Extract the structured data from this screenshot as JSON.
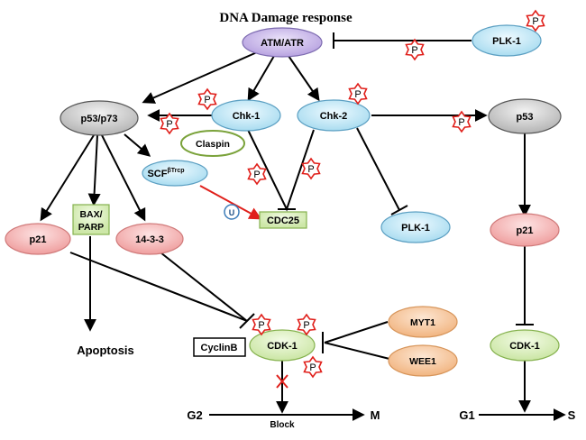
{
  "title": "DNA Damage response",
  "nodes": {
    "atm_atr": "ATM/ATR",
    "plk1_top": "PLK-1",
    "p53_p73": "p53/p73",
    "chk1": "Chk-1",
    "chk2": "Chk-2",
    "p53_right": "p53",
    "claspin": "Claspin",
    "scf_base": "SCF",
    "scf_sup": "βTrcp",
    "cdc25": "CDC25",
    "plk1_mid": "PLK-1",
    "p21_left": "p21",
    "bax_parp_line1": "BAX/",
    "bax_parp_line2": "PARP",
    "n1433": "14-3-3",
    "p21_right": "p21",
    "cyclinb": "CyclinB",
    "cdk1_left": "CDK-1",
    "myt1": "MYT1",
    "wee1": "WEE1",
    "cdk1_right": "CDK-1"
  },
  "text": {
    "apoptosis": "Apoptosis",
    "g2": "G2",
    "m": "M",
    "block": "Block",
    "g1": "G1",
    "s": "S",
    "phospho": "P",
    "ubiquitin": "U"
  },
  "colors": {
    "atm_fill": "#c9b8e8",
    "blue_fill": "#c7ecf7",
    "grey_fill": "#d4d4d4",
    "pink_fill": "#f9c2c2",
    "green_fill": "#dff0c4",
    "orange_fill": "#f8cfa6",
    "claspin_stroke": "#7aa23a",
    "star_stroke": "#e0201b",
    "ubiq_arrow": "#e0201b"
  }
}
